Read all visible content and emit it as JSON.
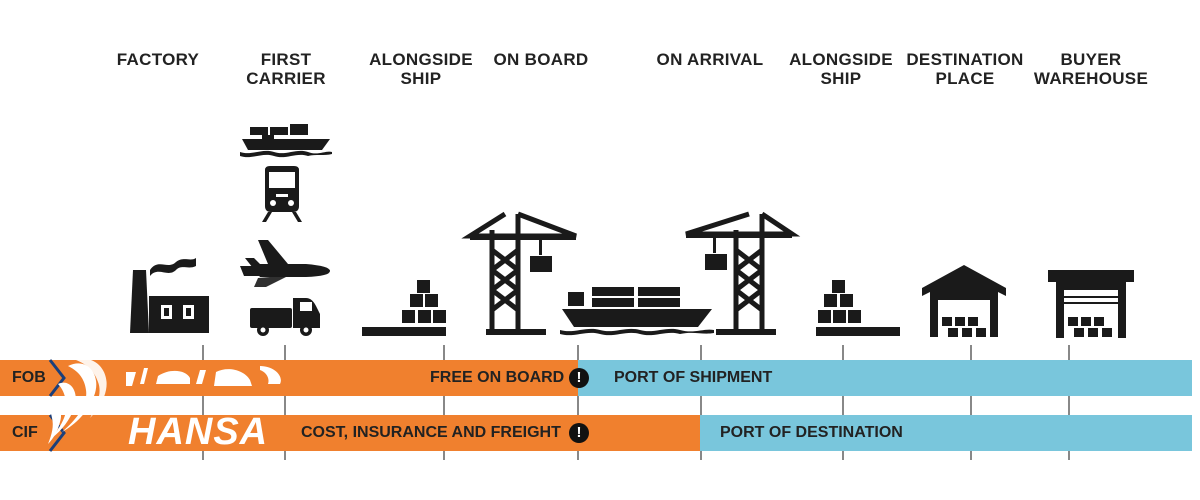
{
  "stages": [
    {
      "id": "factory",
      "label": "FACTORY"
    },
    {
      "id": "first-carrier",
      "label": "FIRST\nCARRIER"
    },
    {
      "id": "alongside-ship-origin",
      "label": "ALONGSIDE\nSHIP"
    },
    {
      "id": "on-board",
      "label": "ON BOARD"
    },
    {
      "id": "on-arrival",
      "label": "ON ARRIVAL"
    },
    {
      "id": "alongside-ship-dest",
      "label": "ALONGSIDE\nSHIP"
    },
    {
      "id": "destination-place",
      "label": "DESTINATION\nPLACE"
    },
    {
      "id": "buyer-warehouse",
      "label": "BUYER\nWAREHOUSE"
    }
  ],
  "fob": {
    "code": "FOB",
    "seller_text": "FREE ON BOARD",
    "buyer_text": "PORT OF SHIPMENT",
    "alert": "!"
  },
  "cif": {
    "code": "CIF",
    "seller_text": "COST, INSURANCE AND FREIGHT",
    "buyer_text": "PORT OF DESTINATION",
    "alert": "!"
  },
  "logo": {
    "latin": "HANSA",
    "arabic": "هانزا"
  },
  "colors": {
    "seller": "#f0802e",
    "buyer": "#79c6dc",
    "icon": "#1a1a1a",
    "text": "#222222"
  }
}
